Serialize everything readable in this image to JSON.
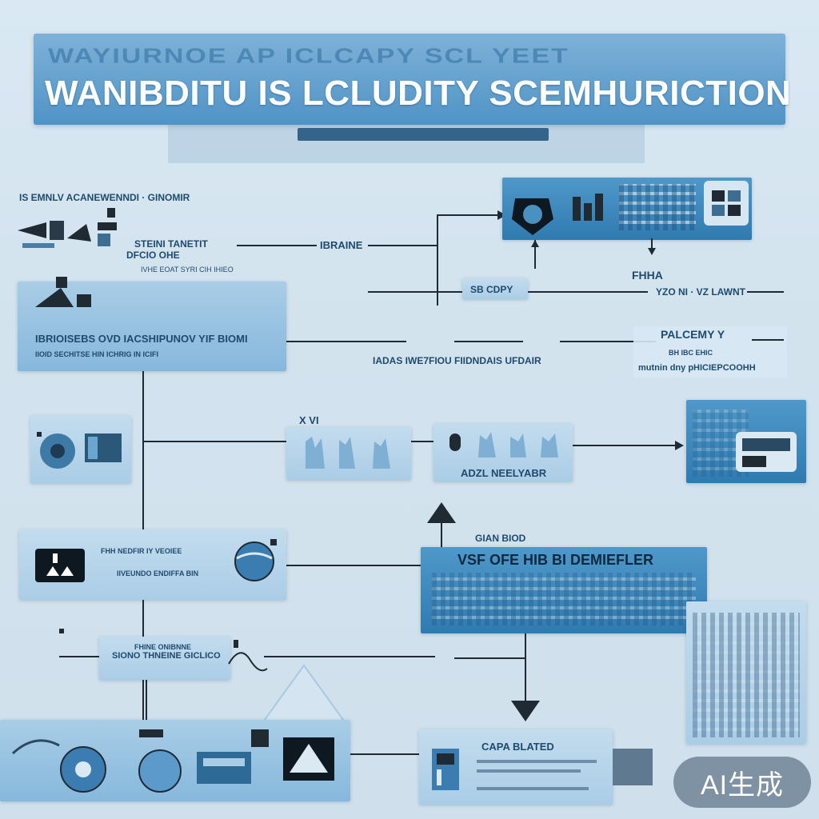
{
  "title": {
    "ghost": "WAYIURNOE AP ICLCAPY SCL YEET",
    "main": "WANIBDITU IS LCLUDITY SCEMHURICTION"
  },
  "labels": {
    "top_left_header": "IS EMNLV ACANEWENNDI · GINOMIR",
    "left_mid_1": "STEINI TANETIT",
    "left_mid_2": "DFCIO   OHE",
    "left_mid_3": "IVHE EOAT SYRI CIH IHIEO",
    "braine": "IBRAINE",
    "sb_cdpy": "SB CDPY",
    "fhha": "FHHA",
    "yzo_line": "YZO NI · VZ LAWNT",
    "wide_box_1": "IBRIOISEBS OVD IACSHIPUNOV YIF BIOMI",
    "wide_box_2": "IIOID  SECHITSE HIN ICHRIG IN ICIFI",
    "adas_line": "IADAS  IWE7FIOU FIIDNDAIS UFDAIR",
    "palcemy": "PALCEMY Y",
    "palcemy_sub1": "BH IBC EHIC",
    "palcemy_sub2": "mutnin dny pHICIEPCOOHH",
    "xvi": "X VI",
    "adzl": "ADZL NEELYABR",
    "mid_left_box_text1": "FHH NEDFIR IY VEOIEE",
    "mid_left_box_text2": "IIVEUNDO ENDIFFA BIN",
    "lower_mid_label": "GIAN BIOD",
    "lower_mid_box": "VSF OFE HIB BI DEMIEFLER",
    "bottom_left_text1": "FHINE ONIBNNE",
    "bottom_left_text2": "SIONO THNEINE GICLICO",
    "capa": "CAPA BLATED",
    "ai_badge": "AI生成"
  },
  "colors": {
    "accent": "#4f93c6",
    "dark_box": "#2f7ab0",
    "connector": "#1f2a33"
  }
}
